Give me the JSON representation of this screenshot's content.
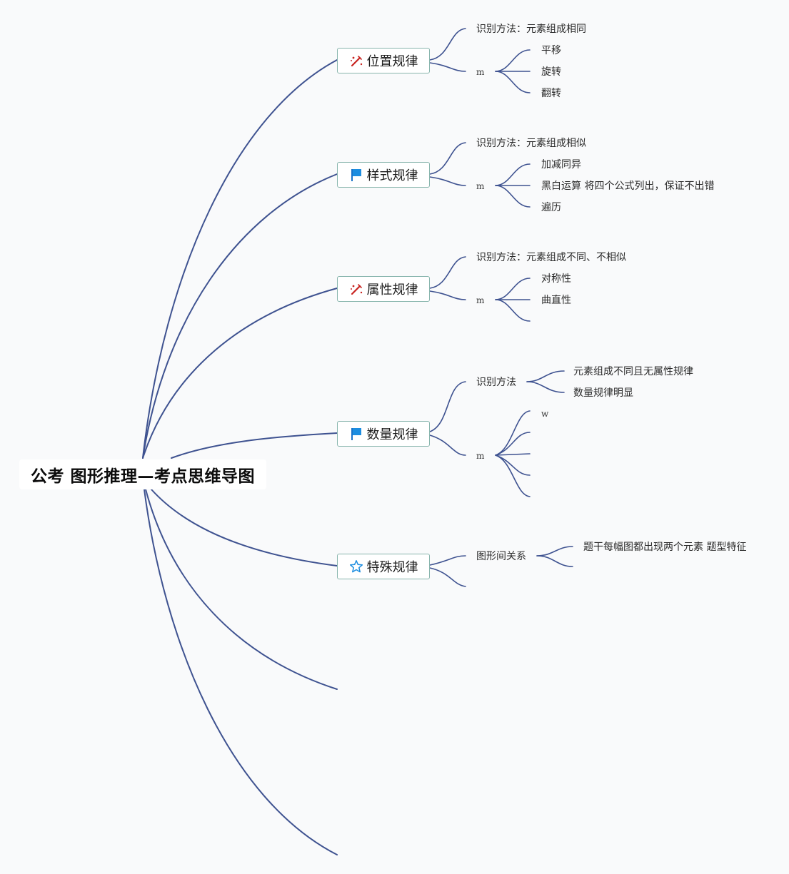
{
  "root": {
    "title": "公考 图形推理—考点思维导图"
  },
  "branches": [
    {
      "label": "位置规律",
      "icon": "magic-wand-icon",
      "method": "识别方法：元素组成相同",
      "sub": "m",
      "items": [
        "平移",
        "旋转",
        "翻转"
      ]
    },
    {
      "label": "样式规律",
      "icon": "blue-flag-icon",
      "method": "识别方法：元素组成相似",
      "sub": "m",
      "items": [
        "加减同异",
        "黑白运算 将四个公式列出，保证不出错",
        "遍历"
      ]
    },
    {
      "label": "属性规律",
      "icon": "magic-wand-icon",
      "method": "识别方法：元素组成不同、不相似",
      "sub": "m",
      "items": [
        "对称性",
        "曲直性"
      ]
    },
    {
      "label": "数量规律",
      "icon": "blue-flag-icon",
      "method": "识别方法",
      "method_items": [
        "元素组成不同且无属性规律",
        "数量规律明显"
      ],
      "sub": "m",
      "items": [
        "w"
      ]
    },
    {
      "label": "特殊规律",
      "icon": "star-outline-icon",
      "method": "图形间关系",
      "method_items": [
        "题干每幅图都出现两个元素 题型特征"
      ]
    }
  ],
  "colors": {
    "link": "#3e5290",
    "topic_border": "#88b5ad",
    "background": "#f9fafb"
  }
}
